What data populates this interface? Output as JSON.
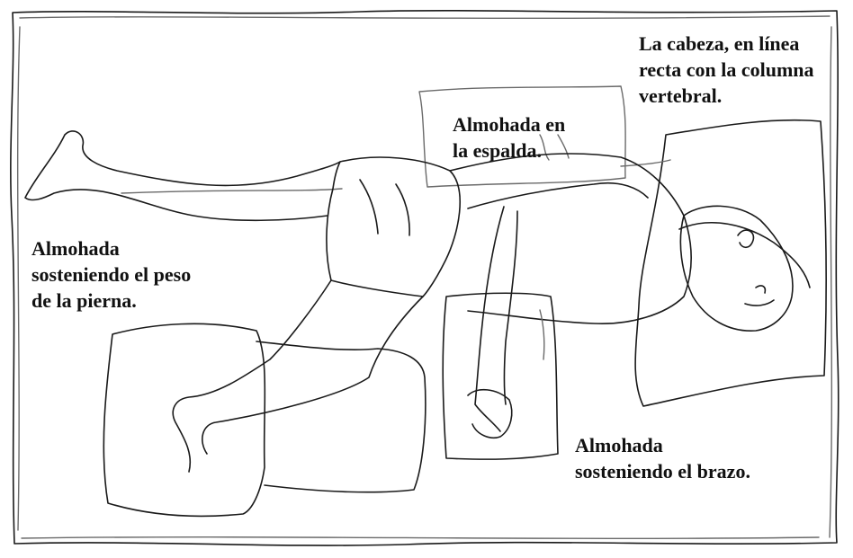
{
  "illustration": {
    "subject": "person-lying-on-side-supported-by-pillows",
    "colors": {
      "ink": "#1a1a1a",
      "paper": "#ffffff",
      "faint_ink": "#6a6a6a"
    }
  },
  "labels": {
    "head": {
      "lines": [
        "La cabeza, en línea",
        "recta con la columna",
        "vertebral."
      ]
    },
    "back_pillow": {
      "lines": [
        "Almohada en",
        "la espalda."
      ]
    },
    "leg_pillow": {
      "lines": [
        "Almohada",
        "sosteniendo el peso",
        "de la pierna."
      ]
    },
    "arm_pillow": {
      "lines": [
        "Almohada",
        "sosteniendo el brazo."
      ]
    }
  }
}
